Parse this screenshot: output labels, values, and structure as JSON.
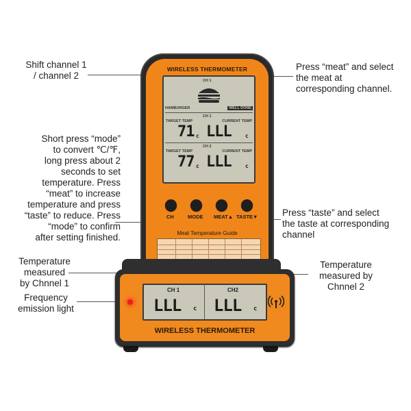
{
  "annotations": {
    "shift_channel": "Shift channel 1\n/ channel 2",
    "mode": "Short press “mode”\nto convert ℃/℉,\nlong press about 2\nseconds to set\ntemperature. Press\n“meat” to increase\ntemperature and press\n“taste” to reduce. Press\n“mode” to confirm\nafter setting finished.",
    "temp_ch1": "Temperature\nmeasured\nby Chnnel 1",
    "freq_light": "Frequency\nemission light",
    "meat": "Press “meat” and select\nthe meat at\ncorresponding channel.",
    "taste": "Press “taste” and select\nthe taste at corresponding\nchannel",
    "temp_ch2": "Temperature\nmeasured by\nChnnel 2"
  },
  "receiver": {
    "title": "WIRELESS THERMOMETER",
    "lcd": {
      "ch1_top": "CH 1",
      "meat_name": "HAMBURGER",
      "doneness": "WELL DONE",
      "ch1_label": "CH 1",
      "ch2_label": "CH 2",
      "target_label": "TARGET TEMP",
      "current_label": "CURRENT TEMP",
      "target1": "71",
      "current1": "LLL",
      "target2": "77",
      "current2": "LLL",
      "unit": "c"
    },
    "buttons": {
      "ch": "CH",
      "mode": "MODE",
      "meat": "MEAT▲",
      "taste": "TASTE▼"
    },
    "guide_title": "Meat Temperature Guide"
  },
  "base": {
    "title": "WIRELESS THERMOMETER",
    "ch1_label": "CH 1",
    "ch2_label": "CH2",
    "reading1": "LLL",
    "reading2": "LLL",
    "unit": "c",
    "icons": {
      "signal": "signal-icon",
      "led": "led-light-icon",
      "hamburger": "hamburger-icon"
    }
  },
  "colors": {
    "body_orange": "#f0861a",
    "housing": "#2a2a2a",
    "lcd": "#c9c8b9",
    "led": "#e81d1d"
  }
}
